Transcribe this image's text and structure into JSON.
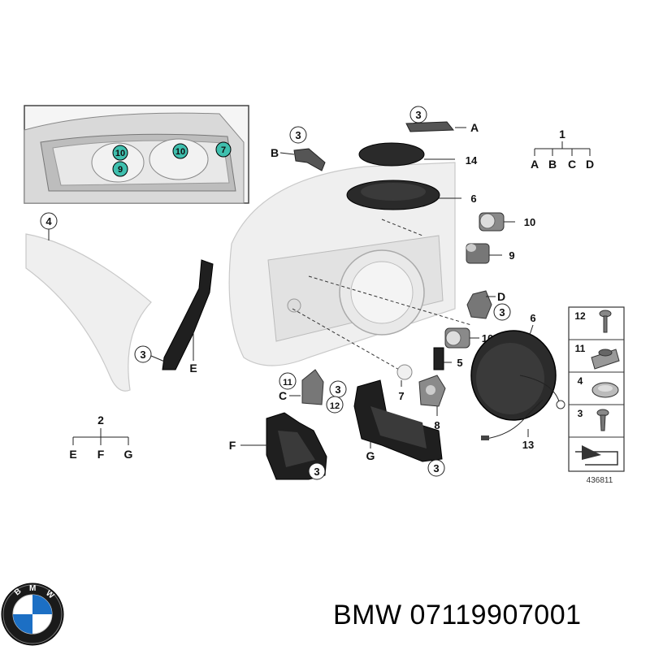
{
  "callouts": {
    "a3": "3",
    "b3": "3",
    "p14": "14",
    "p6top": "6",
    "p10a": "10",
    "p9": "9",
    "d3": "3",
    "p6": "6",
    "p10b": "10",
    "p5": "5",
    "p4": "4",
    "e3": "3",
    "c11": "11",
    "c3": "3",
    "c12": "12",
    "p7": "7",
    "p8": "8",
    "p13": "13",
    "f3": "3",
    "g3": "3",
    "inset10a": "10",
    "inset9": "9",
    "inset10b": "10",
    "inset7": "7"
  },
  "letters": {
    "A": "A",
    "B": "B",
    "C": "C",
    "D": "D",
    "E": "E",
    "F": "F",
    "G": "G"
  },
  "tree1": {
    "root": "1",
    "children": [
      "A",
      "B",
      "C",
      "D"
    ]
  },
  "tree2": {
    "root": "2",
    "children": [
      "E",
      "F",
      "G"
    ]
  },
  "legend": {
    "rows": [
      {
        "num": "12",
        "item": "screw-icon"
      },
      {
        "num": "11",
        "item": "clip-nut-icon"
      },
      {
        "num": "4",
        "item": "expanding-rivet-icon"
      },
      {
        "num": "3",
        "item": "self-tapping-screw-icon"
      }
    ],
    "diagram_number": "436811"
  },
  "logo": {
    "letters": "BMW"
  },
  "caption": "BMW 07119907001",
  "colors": {
    "callout_fill": "#3fbfae",
    "part_dark": "#1f1f1f",
    "ghost": "#efefef"
  }
}
